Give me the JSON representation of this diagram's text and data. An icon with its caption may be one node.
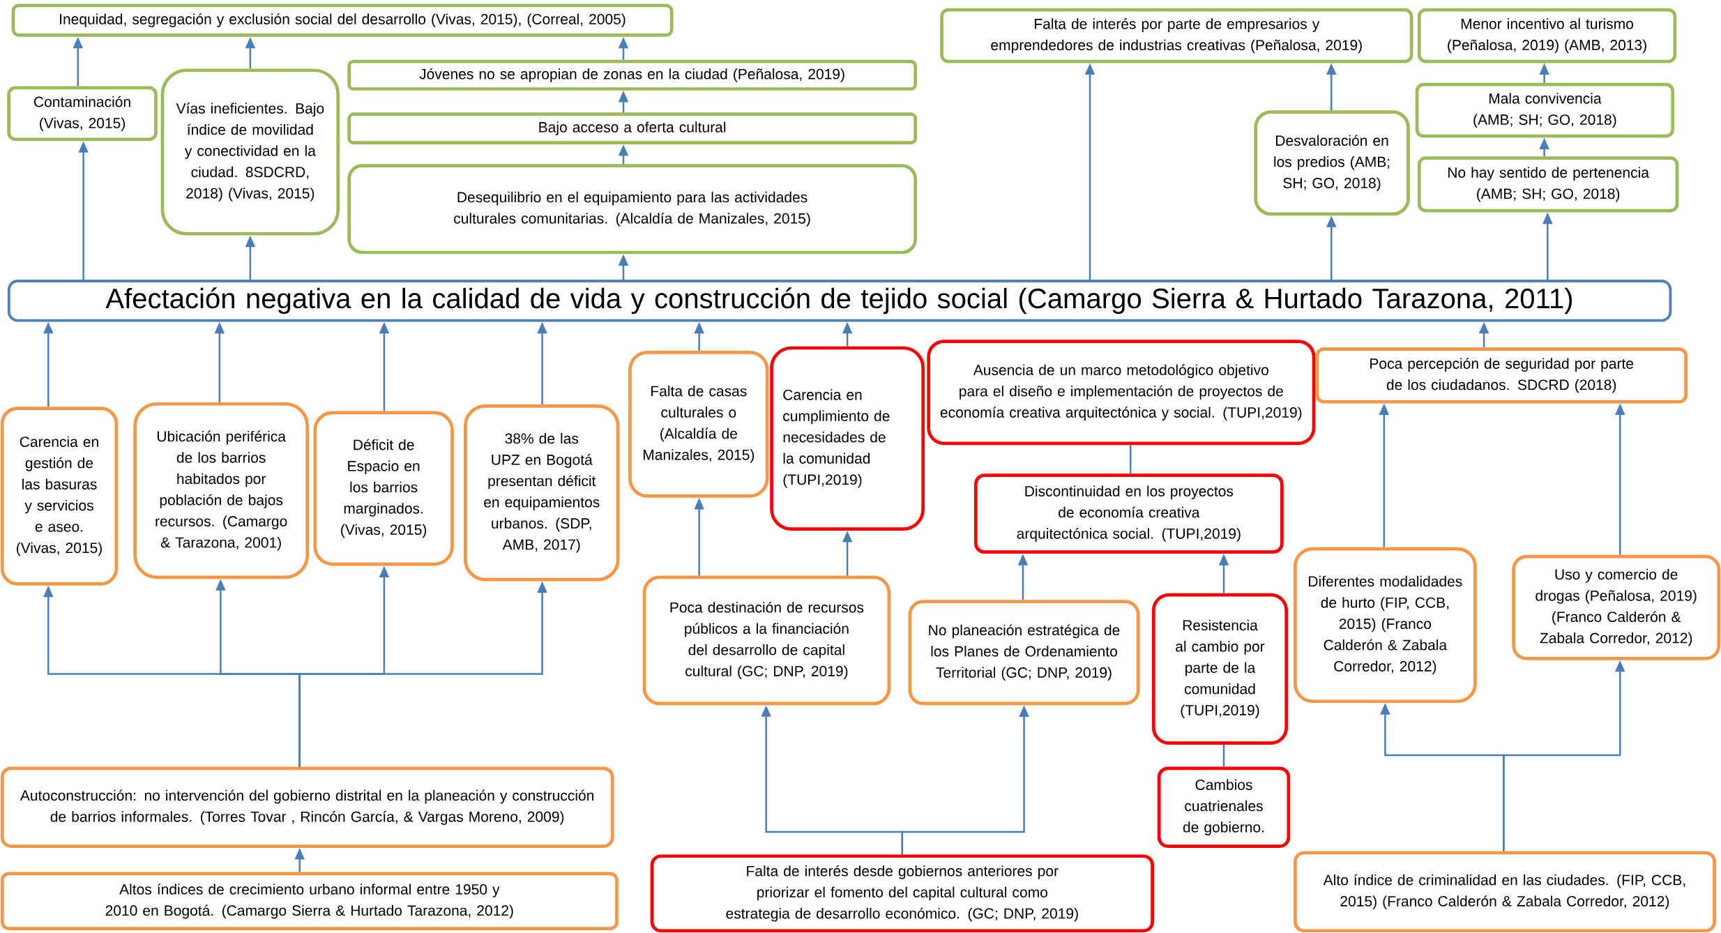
{
  "diagram": {
    "nodes": [
      {
        "text": [
          "Inequidad, segregación y exclusión social del desarrollo (Vivas, 2015), (Correal, 2005)"
        ]
      },
      {
        "text": [
          "Contaminación (Vivas, 2015)"
        ]
      },
      {
        "text": [
          "Vías ineficientes. Bajo índice de movilidad y conectividad en la ciudad. 8SDCRD, 2018) (Vivas, 2015)"
        ]
      },
      {
        "text": [
          "Jóvenes no se  apropian de zonas en la ciudad (Peñalosa, 2019)"
        ]
      },
      {
        "text": [
          "Bajo acceso a oferta cultural"
        ]
      },
      {
        "text": [
          "Desequilibrio en el equipamiento para las actividades culturales comunitarias. (Alcaldía de Manizales, 2015)"
        ]
      },
      {
        "text": [
          "Falta de interés por parte de empresarios y emprendedores de industrias creativas (Peñalosa, 2019)"
        ]
      },
      {
        "text": [
          "Menor incentivo al turismo (Peñalosa, 2019) (AMB, 2013)"
        ]
      },
      {
        "text": [
          "Mala convivencia (AMB; SH; GO, 2018)"
        ]
      },
      {
        "text": [
          "Desvaloración en los predios (AMB; SH; GO, 2018)"
        ]
      },
      {
        "text": [
          "No hay sentido de pertenencia (AMB; SH; GO, 2018)"
        ]
      },
      {
        "text": [
          "Afectación negativa en la calidad de vida y construcción de tejido social (Camargo Sierra & Hurtado Tarazona, 2011)"
        ]
      },
      {
        "text": [
          "Carencia en gestión de las basuras y servicios e aseo. (Vivas, 2015)"
        ]
      },
      {
        "text": [
          "Ubicación periférica de los barrios habitados por población de bajos recursos. (Camargo & Tarazona, 2001)"
        ]
      },
      {
        "text": [
          "Déficit de Espacio en los barrios marginados. (Vivas, 2015)"
        ]
      },
      {
        "text": [
          "38% de las UPZ en Bogotá presentan déficit en equipamientos urbanos. (SDP, AMB, 2017)"
        ]
      },
      {
        "text": [
          "Falta de casas culturales o (Alcaldía de Manizales, 2015)"
        ]
      },
      {
        "text": [
          "Carencia en cumplimiento de necesidades de la comunidad (TUPI,2019)"
        ]
      },
      {
        "text": [
          "Ausencia de un marco metodológico objetivo para el diseño e implementación de proyectos de economía creativa arquitectónica y social. (TUPI,2019)"
        ]
      },
      {
        "text": [
          "Poca percepción de seguridad por parte de los ciudadanos. SDCRD (2018)"
        ]
      },
      {
        "text": [
          "Discontinuidad en los proyectos de economía creativa arquitectónica social. (TUPI,2019)"
        ]
      },
      {
        "text": [
          "Poca destinación de recursos públicos a la financiación del desarrollo de capital cultural (GC; DNP, 2019)"
        ]
      },
      {
        "text": [
          "No planeación estratégica de los Planes de Ordenamiento Territorial (GC; DNP, 2019)"
        ]
      },
      {
        "text": [
          "Resistencia al cambio por parte de la comunidad (TUPI,2019)"
        ]
      },
      {
        "text": [
          "Diferentes modalidades de hurto (FIP, CCB, 2015) (Franco Calderón & Zabala Corredor, 2012)"
        ]
      },
      {
        "text": [
          "Uso y comercio de drogas (Peñalosa, 2019) (Franco Calderón & Zabala Corredor, 2012)"
        ]
      },
      {
        "text": [
          "Autoconstrucción: no intervención del gobierno distrital en la planeación y construcción de barrios informales. (Torres Tovar , Rincón García, & Vargas Moreno, 2009)"
        ]
      },
      {
        "text": [
          "Cambios cuatrienales de gobierno."
        ]
      },
      {
        "text": [
          "Altos índices de crecimiento urbano informal entre 1950 y 2010 en Bogotá. (Camargo Sierra & Hurtado Tarazona, 2012)"
        ]
      },
      {
        "text": [
          "Falta de interés desde gobiernos anteriores por priorizar el fomento del capital cultural como estrategia de desarrollo económico. (GC; DNP, 2019)"
        ]
      },
      {
        "text": [
          "Alto índice de criminalidad en las ciudades. (FIP, CCB, 2015) (Franco Calderón & Zabala Corredor, 2012)"
        ]
      }
    ],
    "edges": [
      {
        "from": 1,
        "to": 0,
        "arrow": "to"
      },
      {
        "from": 2,
        "to": 0,
        "arrow": "to"
      },
      {
        "from": 3,
        "to": 0,
        "arrow": "to"
      },
      {
        "from": 4,
        "to": 3,
        "arrow": "to"
      },
      {
        "from": 5,
        "to": 4,
        "arrow": "to"
      },
      {
        "from": 11,
        "to": 5,
        "arrow": "to"
      },
      {
        "from": 11,
        "to": 1,
        "arrow": "to"
      },
      {
        "from": 11,
        "to": 2,
        "arrow": "to"
      },
      {
        "from": 11,
        "to": 6,
        "arrow": "to"
      },
      {
        "from": 11,
        "to": 9,
        "arrow": "to"
      },
      {
        "from": 9,
        "to": 6,
        "arrow": "to"
      },
      {
        "from": 11,
        "to": 10,
        "arrow": "to"
      },
      {
        "from": 10,
        "to": 8,
        "arrow": "to"
      },
      {
        "from": 8,
        "to": 7,
        "arrow": "to"
      },
      {
        "from": 12,
        "to": 11,
        "arrow": "to"
      },
      {
        "from": 13,
        "to": 11,
        "arrow": "to"
      },
      {
        "from": 14,
        "to": 11,
        "arrow": "to"
      },
      {
        "from": 15,
        "to": 11,
        "arrow": "to"
      },
      {
        "from": 16,
        "to": 11,
        "arrow": "to"
      },
      {
        "from": 17,
        "to": 11,
        "arrow": "to"
      },
      {
        "from": 19,
        "to": 11,
        "arrow": "to"
      },
      {
        "from": 26,
        "to": 12,
        "arrow": "to"
      },
      {
        "from": 26,
        "to": 13,
        "arrow": "to"
      },
      {
        "from": 26,
        "to": 14,
        "arrow": "to"
      },
      {
        "from": 26,
        "to": 15,
        "arrow": "to"
      },
      {
        "from": 28,
        "to": 26,
        "arrow": "to"
      },
      {
        "from": 21,
        "to": 16,
        "arrow": "to"
      },
      {
        "from": 21,
        "to": 17,
        "arrow": "to"
      },
      {
        "from": 29,
        "to": 21,
        "arrow": "to"
      },
      {
        "from": 29,
        "to": 22,
        "arrow": "to"
      },
      {
        "from": 22,
        "to": 20,
        "arrow": "to"
      },
      {
        "from": 23,
        "to": 20,
        "arrow": "to"
      },
      {
        "from": 20,
        "to": 18,
        "arrow": "none"
      },
      {
        "from": 27,
        "to": 23,
        "arrow": "none"
      },
      {
        "from": 24,
        "to": 19,
        "arrow": "to"
      },
      {
        "from": 25,
        "to": 19,
        "arrow": "to"
      },
      {
        "from": 30,
        "to": 24,
        "arrow": "to"
      },
      {
        "from": 30,
        "to": 25,
        "arrow": "to"
      }
    ]
  }
}
